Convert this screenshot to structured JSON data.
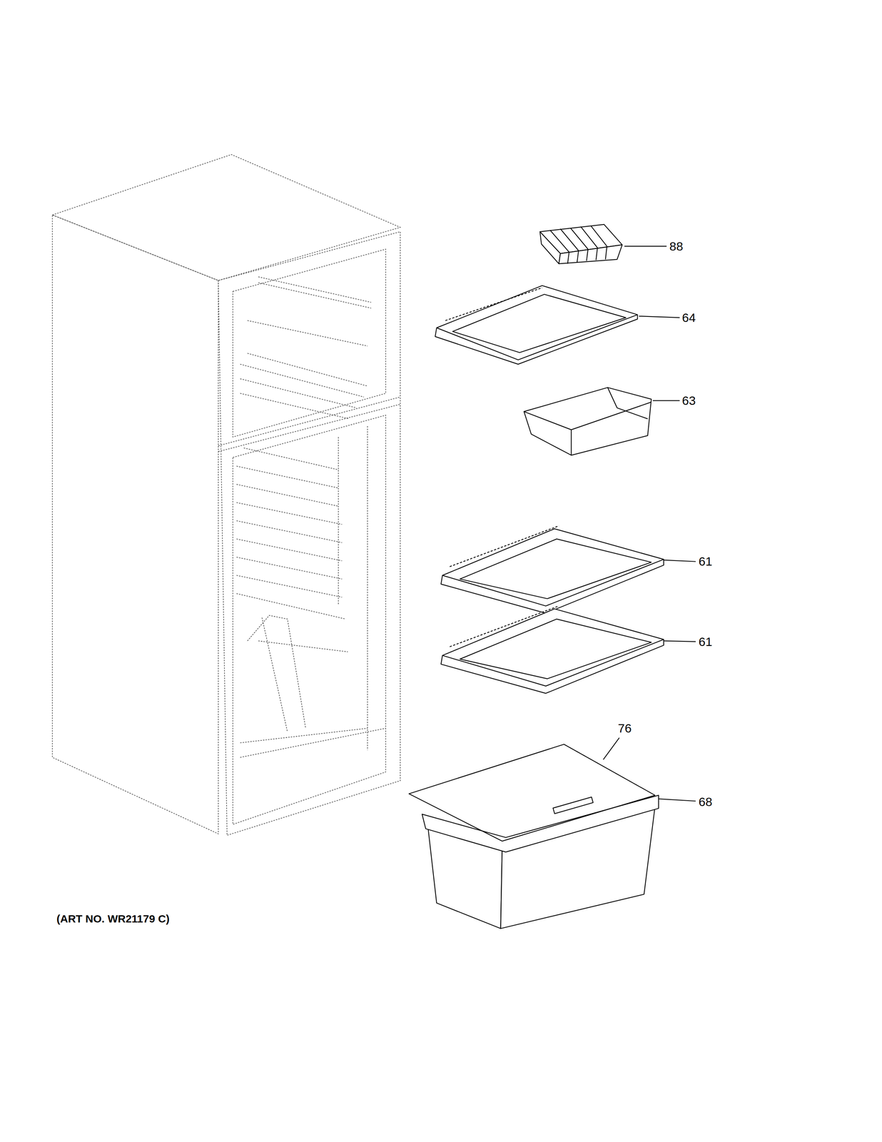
{
  "diagram": {
    "labels": [
      "88",
      "64",
      "63",
      "61",
      "61",
      "76",
      "68",
      "(ART NO. WR21179 C)"
    ]
  }
}
